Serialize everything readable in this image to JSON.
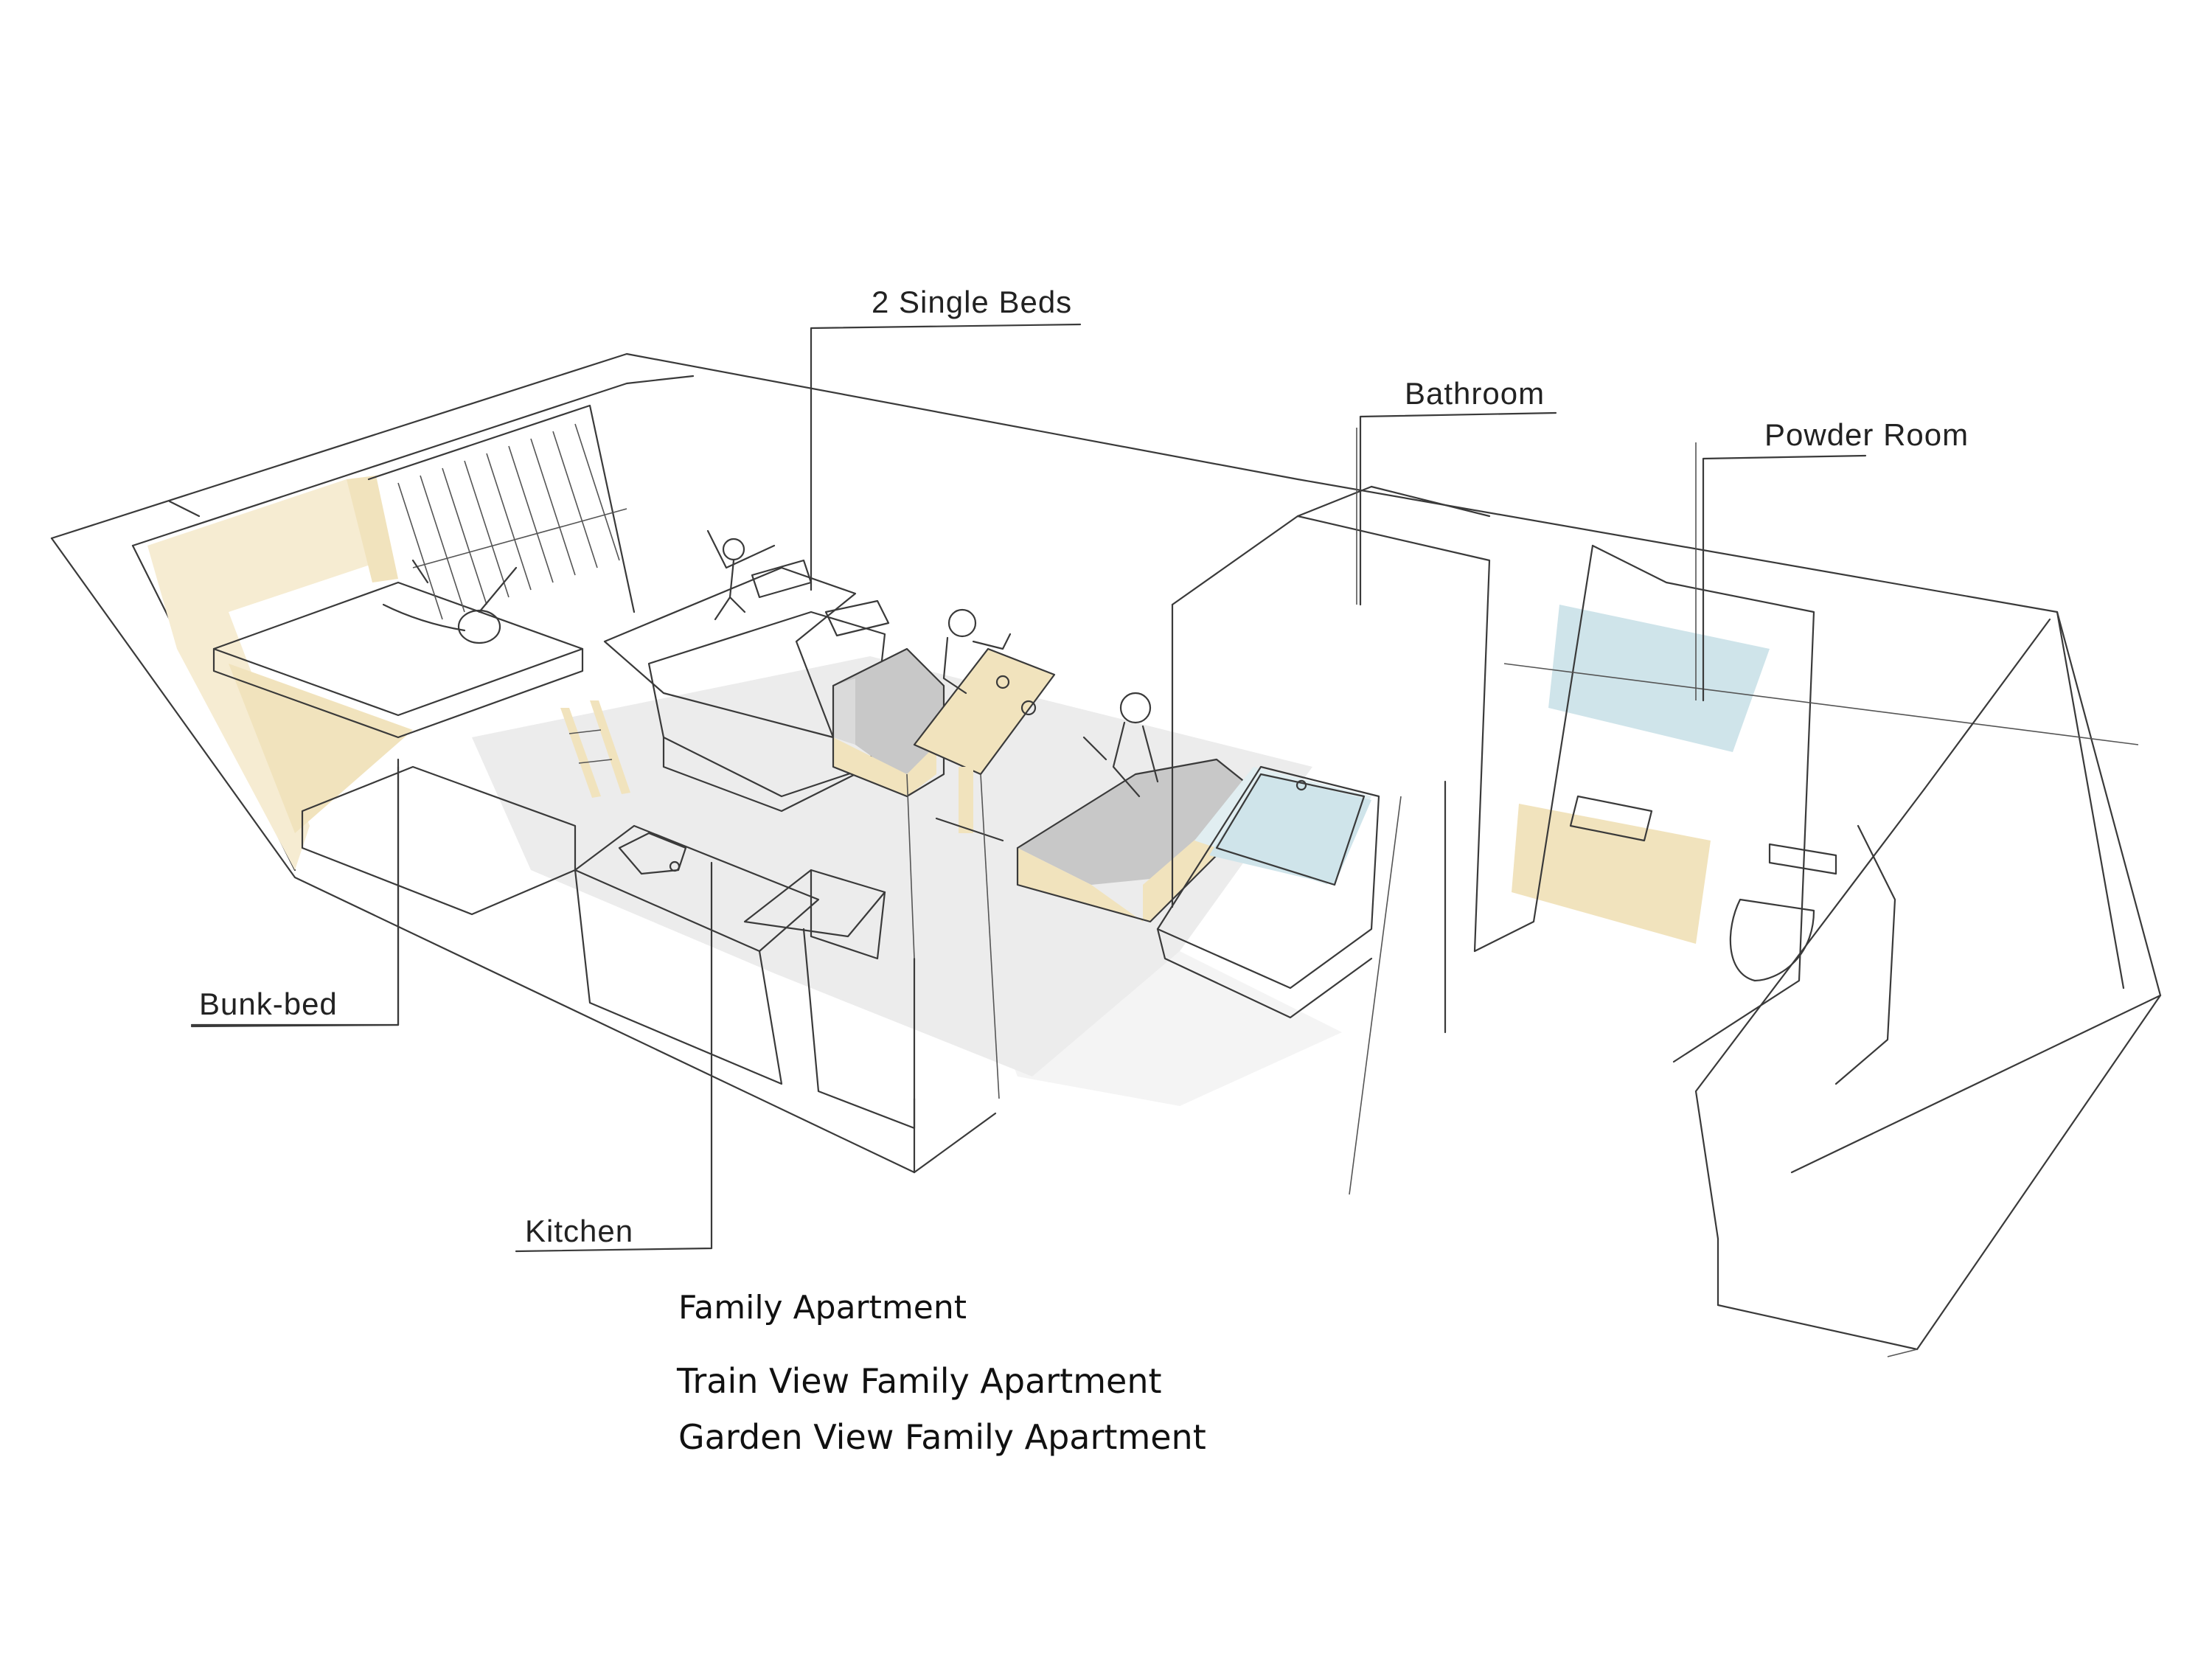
{
  "labels": {
    "single_beds": "2 Single Beds",
    "bathroom": "Bathroom",
    "powder_room": "Powder Room",
    "bunk_bed": "Bunk-bed",
    "kitchen": "Kitchen"
  },
  "titles": {
    "line1": "Family Apartment",
    "line2": "Train View Family Apartment",
    "line3": "Garden View Family Apartment"
  },
  "colors": {
    "wood": "#f1e3bd",
    "sofa": "#c8c8c8",
    "water": "#cfe4ea",
    "floor": "#ececec",
    "line": "#3a3a3a"
  }
}
